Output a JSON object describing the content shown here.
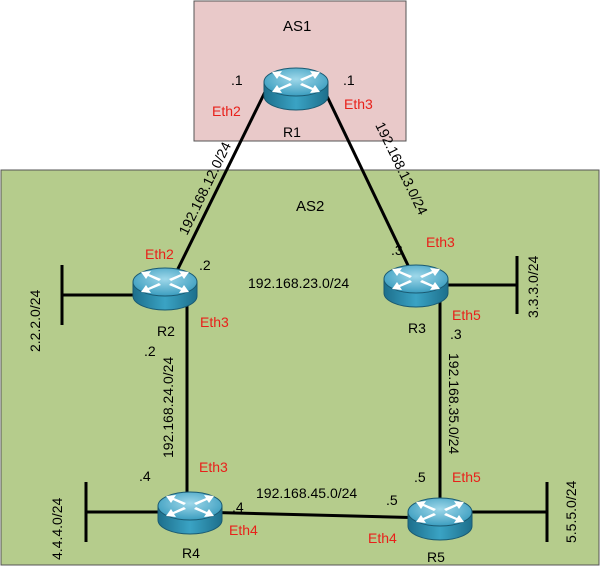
{
  "areas": {
    "as1": {
      "label": "AS1",
      "fill": "#e9c9c9"
    },
    "as2": {
      "label": "AS2",
      "fill": "#b5cc8c"
    }
  },
  "routers": {
    "r1": {
      "name": "R1"
    },
    "r2": {
      "name": "R2"
    },
    "r3": {
      "name": "R3"
    },
    "r4": {
      "name": "R4"
    },
    "r5": {
      "name": "R5"
    }
  },
  "interfaces": {
    "r1_eth2": "Eth2",
    "r1_eth3": "Eth3",
    "r2_eth2": "Eth2",
    "r2_eth3": "Eth3",
    "r3_eth3": "Eth3",
    "r3_eth5": "Eth5",
    "r4_eth3": "Eth3",
    "r4_eth4": "Eth4",
    "r5_eth5": "Eth5",
    "r5_eth4": "Eth4"
  },
  "hosts": {
    "r1_left": ".1",
    "r1_right": ".1",
    "r2_top": ".2",
    "r2_bottom": ".2",
    "r3_top": ".3",
    "r3_bottom": ".3",
    "r4_top": ".4",
    "r4_right": ".4",
    "r5_top": ".5",
    "r5_left": ".5"
  },
  "subnets": {
    "s12": "192.168.12.0/24",
    "s13": "192.168.13.0/24",
    "s23": "192.168.23.0/24",
    "s24": "192.168.24.0/24",
    "s35": "192.168.35.0/24",
    "s45": "192.168.45.0/24",
    "lan2": "2.2.2.0/24",
    "lan3": "3.3.3.0/24",
    "lan4": "4.4.4.0/24",
    "lan5": "5.5.5.0/24"
  },
  "colors": {
    "router_body": "#2e8fb0",
    "router_top": "#7fc6dc",
    "interface_text": "#e8201a"
  }
}
